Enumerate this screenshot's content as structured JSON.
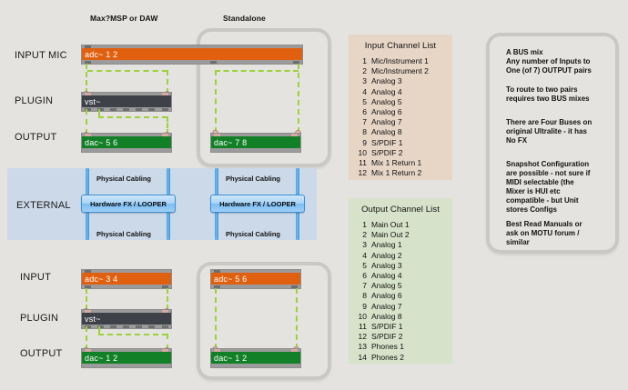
{
  "headers": {
    "left_column": "Max?MSP or DAW",
    "right_column": "Standalone"
  },
  "top_rows": [
    {
      "label": "INPUT MIC"
    },
    {
      "label": "PLUGIN"
    },
    {
      "label": "OUTPUT"
    }
  ],
  "bottom_rows": [
    {
      "label": "INPUT"
    },
    {
      "label": "PLUGIN"
    },
    {
      "label": "OUTPUT"
    }
  ],
  "external": {
    "label": "EXTERNAL",
    "hardware_fx_label": "Hardware FX / LOOPER",
    "cabling_label": "Physical Cabling"
  },
  "objects": {
    "top_left_adc": "adc~ 1 2",
    "top_left_vst": "vst~",
    "top_left_dac": "dac~ 5 6",
    "top_right_dac": "dac~ 7 8",
    "bottom_left_adc": "adc~ 3 4",
    "bottom_left_vst": "vst~",
    "bottom_left_dac": "dac~ 1 2",
    "bottom_right_adc": "adc~ 5 6",
    "bottom_right_dac": "dac~ 1 2"
  },
  "input_list": {
    "title": "Input Channel List",
    "rows": [
      {
        "n": "1",
        "name": "Mic/Instrument 1"
      },
      {
        "n": "2",
        "name": "Mic/Instrument 2"
      },
      {
        "n": "3",
        "name": "Analog 3"
      },
      {
        "n": "4",
        "name": "Analog 4"
      },
      {
        "n": "5",
        "name": "Analog 5"
      },
      {
        "n": "6",
        "name": "Analog 6"
      },
      {
        "n": "7",
        "name": "Analog 7"
      },
      {
        "n": "8",
        "name": "Analog 8"
      },
      {
        "n": "9",
        "name": "S/PDIF 1"
      },
      {
        "n": "10",
        "name": "S/PDIF 2"
      },
      {
        "n": "11",
        "name": "Mix 1 Return 1"
      },
      {
        "n": "12",
        "name": "Mix 1 Return 2"
      }
    ]
  },
  "output_list": {
    "title": "Output Channel List",
    "rows": [
      {
        "n": "1",
        "name": "Main Out 1"
      },
      {
        "n": "2",
        "name": "Main Out 2"
      },
      {
        "n": "3",
        "name": "Analog 1"
      },
      {
        "n": "4",
        "name": "Analog 2"
      },
      {
        "n": "5",
        "name": "Analog 3"
      },
      {
        "n": "6",
        "name": "Analog 4"
      },
      {
        "n": "7",
        "name": "Analog 5"
      },
      {
        "n": "8",
        "name": "Analog 6"
      },
      {
        "n": "9",
        "name": "Analog 7"
      },
      {
        "n": "10",
        "name": "Analog 8"
      },
      {
        "n": "11",
        "name": "S/PDIF 1"
      },
      {
        "n": "12",
        "name": "S/PDIF 2"
      },
      {
        "n": "13",
        "name": "Phones 1"
      },
      {
        "n": "14",
        "name": "Phones 2"
      }
    ]
  },
  "notes": [
    "A BUS mix\nAny number of Inputs to\nOne (of 7) OUTPUT pairs",
    "To route to two pairs\nrequires two BUS mixes",
    "There are Four Buses on\noriginal Ultralite - it has\nNo FX",
    "Snapshot Configuration\nare possible - not sure if\nMIDI selectable (the\nMixer is HUI etc\ncompatible - but Unit\nstores Configs",
    "Best Read Manuals or\nask on MOTU forum /\nsimilar"
  ],
  "colors": {
    "background": "#e4e3df",
    "adc_orange": "#e1600f",
    "dac_green": "#128026",
    "vst_dark": "#3e4248",
    "external_blue_band": "#ccd9e8",
    "cable_blue": "#4a9fe0",
    "input_panel": "#e7d6c6",
    "output_panel": "#d6e2c9",
    "cord_green": "#9ed13a",
    "group_border": "#c9c8c4"
  }
}
